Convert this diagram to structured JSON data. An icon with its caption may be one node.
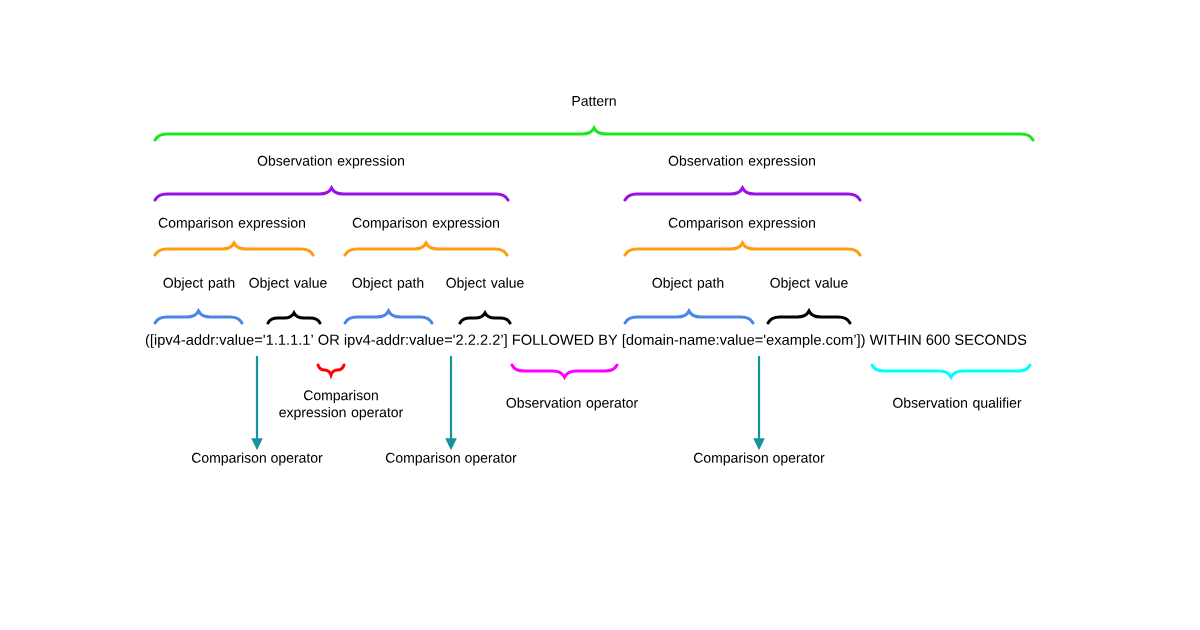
{
  "diagram": {
    "nodes": [
      {
        "text": [
          "([ipv4-addr:value='1.1.1.1’ OR ipv4-addr:value='2.2.2.2’] FOLLOWED BY [domain-name:value='example.com’]) WITHIN 600 SECONDS"
        ]
      },
      {
        "text": [
          "Comparison operator"
        ]
      },
      {
        "text": [
          "Comparison operator"
        ]
      },
      {
        "text": [
          "Comparison operator"
        ]
      }
    ],
    "edges": [
      {
        "from": 0,
        "to": 1,
        "arrow": "to"
      },
      {
        "from": 0,
        "to": 2,
        "arrow": "to"
      },
      {
        "from": 0,
        "to": 3,
        "arrow": "to"
      }
    ],
    "labels": [
      "Pattern",
      "Observation expression",
      "Observation expression",
      "Comparison expression",
      "Comparison expression",
      "Comparison expression",
      "Object path",
      "Object value",
      "Object path",
      "Object value",
      "Object path",
      "Object value",
      "Comparison expression operator",
      "Observation operator",
      "Observation qualifier"
    ]
  }
}
